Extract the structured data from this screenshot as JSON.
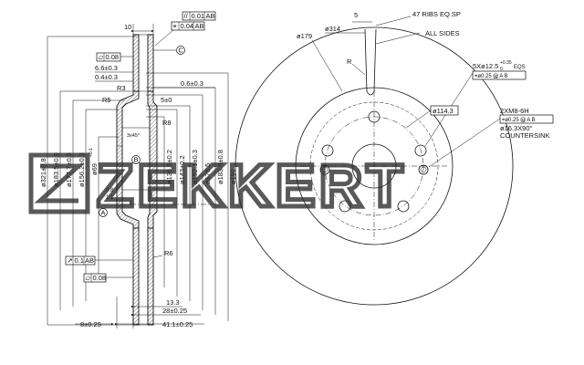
{
  "watermark": {
    "brand": "ZEKKERT"
  },
  "section_view": {
    "top": {
      "datum_c_frame": {
        "sym": "//",
        "tol": "0.01",
        "datum": "AB"
      },
      "face_frame": {
        "sym": "⌖",
        "tol": "0.04",
        "datum": "AB"
      },
      "datum_c": "C",
      "dim_10": "10"
    },
    "left_labels": {
      "flat_frame": {
        "sym": "▱",
        "tol": "0.08"
      },
      "d66": "6.6±0.3",
      "d04": "0.4±0.3",
      "r3": "R3",
      "r5": "R5"
    },
    "right_labels": {
      "d06": "0.6±0.3",
      "r8": "R8",
      "d5": "5±0",
      "chamfer": "3x45°",
      "r6": "R6"
    },
    "datums": {
      "a": "A",
      "b": "B"
    },
    "small": {
      "d08a": "0.8",
      "d1": "1.1",
      "d1b": "1"
    },
    "bottom_frames": {
      "runout": {
        "sym": "↗",
        "tol": "0.1",
        "datum": "AB"
      },
      "flat": {
        "sym": "▱",
        "tol": "0.08"
      }
    },
    "bottom_dims": {
      "d133": "13.3",
      "d28": "28±0.25",
      "d411": "41.1±0.25",
      "d8": "8±0.25"
    },
    "vertical_dims": {
      "l1": "ø321±0.8",
      "l2": "ø183.5±0.8",
      "l3": "ø177.7±0.3",
      "l4": "ø156.2±0.3",
      "l5": "ø69",
      "l5tol": "+0.1",
      "r1": "ø136.5±0.2",
      "r2": "ø143±0.2",
      "r3": "ø152.1±0.3",
      "r4": "ø176.5",
      "r5": "ø183.5±0.8",
      "r6": "ø191"
    }
  },
  "front_view": {
    "d179": "ø179",
    "d314": "ø314",
    "d5": "5",
    "ribs": "47 RIBS EQ.SP",
    "all_sides": "ALL SIDES",
    "r": "R",
    "d1143": "ø114.3",
    "holes": {
      "spec": "5Xø12.5",
      "tol": "+0.35",
      "tol_low": "0",
      "eqs": "EQS",
      "frame": "⌖ø0.25 Ⓜ A B"
    },
    "threads": {
      "spec": "2XM8-6H",
      "frame": "⌖ø0.25 Ⓜ A B",
      "csk": "ø16.3X90°",
      "csk_note": "COUNTERSINK"
    }
  }
}
